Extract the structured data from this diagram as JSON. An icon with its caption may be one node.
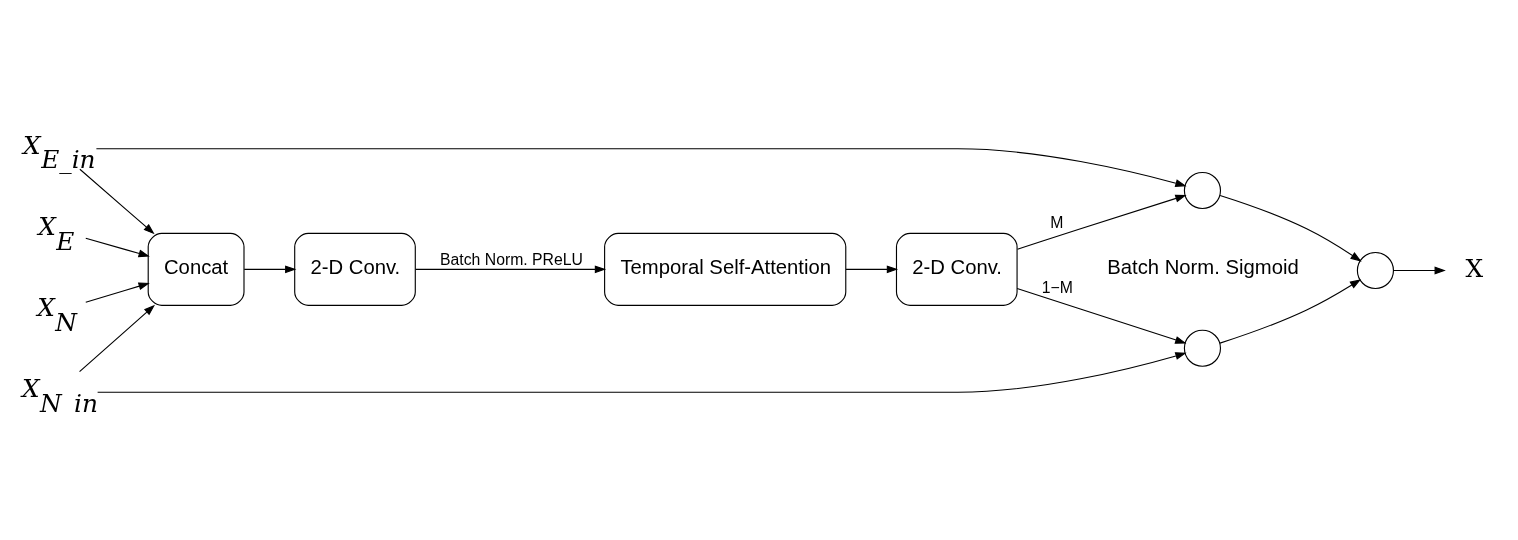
{
  "diagram": {
    "nodes": [
      {
        "text": [
          "X$_{E_in}$"
        ]
      },
      {
        "text": [
          "X$_{E}$"
        ]
      },
      {
        "text": [
          "X$_{N}$"
        ]
      },
      {
        "text": [
          "X$_{N_in}$"
        ]
      },
      {
        "text": [
          "Concat"
        ]
      },
      {
        "text": [
          "2-D Conv."
        ]
      },
      {
        "text": [
          "Temporal Self-Attention"
        ]
      },
      {
        "text": [
          "2-D Conv."
        ]
      },
      {
        "text": [],
        "shape": "circle"
      },
      {
        "text": [],
        "shape": "circle"
      },
      {
        "text": [],
        "shape": "circle"
      },
      {
        "text": [
          "X"
        ]
      }
    ],
    "edges": [
      {
        "from": 0,
        "to": 4,
        "arrow": "to"
      },
      {
        "from": 1,
        "to": 4,
        "arrow": "to"
      },
      {
        "from": 2,
        "to": 4,
        "arrow": "to"
      },
      {
        "from": 3,
        "to": 4,
        "arrow": "to"
      },
      {
        "from": 4,
        "to": 5,
        "arrow": "to"
      },
      {
        "from": 5,
        "to": 6,
        "arrow": "to",
        "label": "Batch Norm. PReLU"
      },
      {
        "from": 6,
        "to": 7,
        "arrow": "to"
      },
      {
        "from": 7,
        "to": 8,
        "arrow": "to",
        "label": "M"
      },
      {
        "from": 7,
        "to": 10,
        "arrow": "to",
        "label": "1−M"
      },
      {
        "from": 0,
        "to": 8,
        "arrow": "to"
      },
      {
        "from": 3,
        "to": 10,
        "arrow": "to"
      },
      {
        "from": 8,
        "to": 9,
        "arrow": "to"
      },
      {
        "from": 10,
        "to": 9,
        "arrow": "to"
      },
      {
        "from": 9,
        "to": 11,
        "arrow": "to"
      }
    ],
    "labels": [
      "Batch Norm. Sigmoid"
    ]
  }
}
